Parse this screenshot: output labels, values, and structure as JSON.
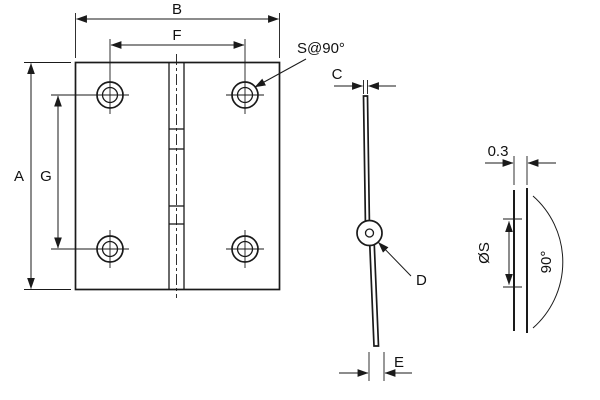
{
  "colors": {
    "line": "#1a1a1a",
    "background": "#ffffff"
  },
  "front_view": {
    "dim_width_label": "B",
    "dim_hole_span_h_label": "F",
    "dim_height_label": "A",
    "dim_hole_span_v_label": "G",
    "countersink_label": "S@90°"
  },
  "side_view": {
    "dim_thickness_label": "C",
    "knuckle_label": "D",
    "dim_offset_label": "E"
  },
  "edge_detail": {
    "dim_gap_label": "0.3",
    "dim_pin_dia_label": "ØS",
    "dim_angle_label": "90°"
  }
}
